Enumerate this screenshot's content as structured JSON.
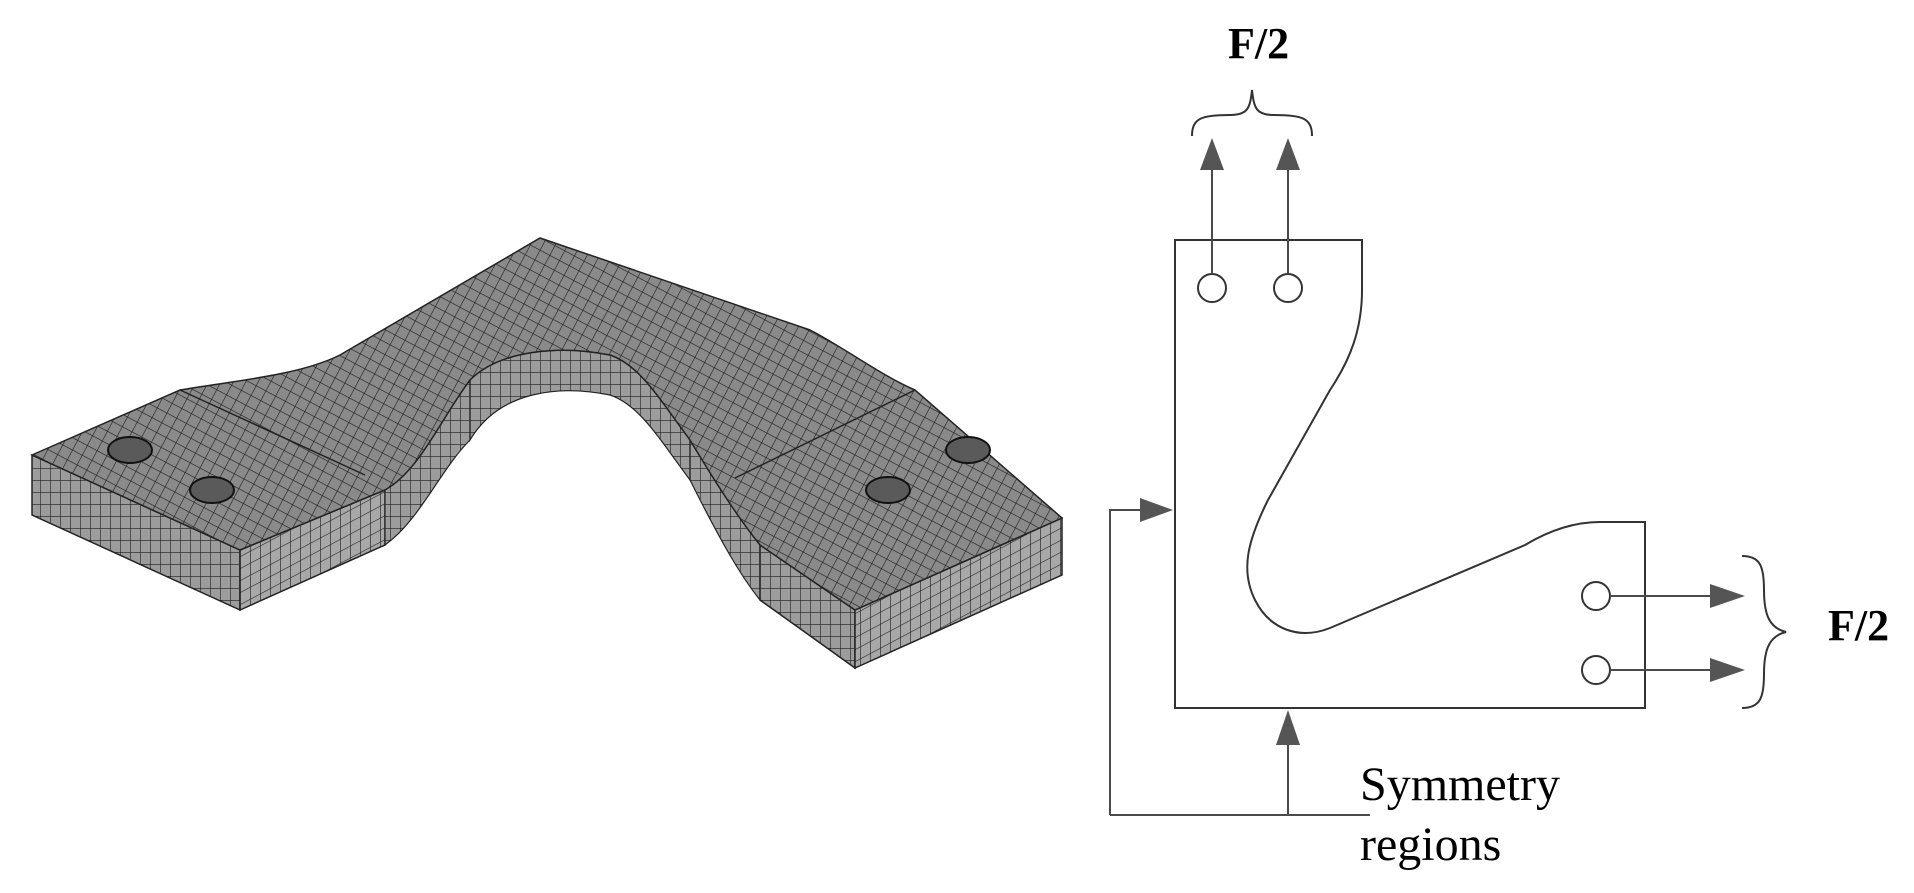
{
  "labels": {
    "force_top": "F/2",
    "force_right": "F/2",
    "symmetry_line1": "Symmetry",
    "symmetry_line2": "regions"
  },
  "colors": {
    "mesh_top": "#8a8a8a",
    "mesh_side": "#9c9c9c",
    "mesh_lines": "#1e1e1e",
    "diagram_lines": "#333333",
    "arrows": "#555555"
  }
}
